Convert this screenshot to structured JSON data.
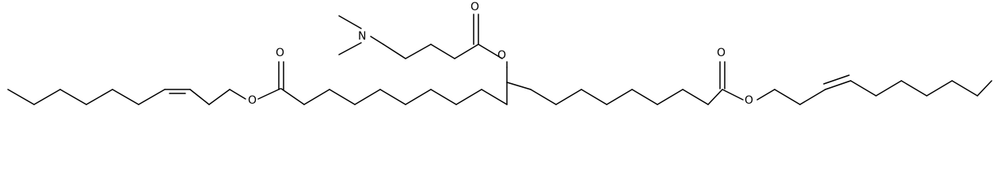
{
  "molecule": {
    "atoms": {
      "ester_left_carbonyl_o": "O",
      "ester_left_o": "O",
      "ester_center_carbonyl_o": "O",
      "ester_center_o": "O",
      "amine_n": "N",
      "ester_right_carbonyl_o": "O",
      "ester_right_o": "O"
    }
  },
  "colors": {
    "bond": "#000000",
    "background": "#ffffff"
  }
}
